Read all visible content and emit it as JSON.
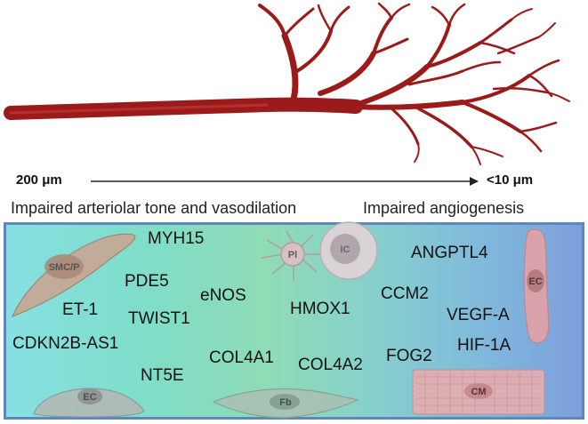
{
  "scale": {
    "left": "200 μm",
    "right": "<10 μm"
  },
  "headers": {
    "left": "Impaired arteriolar tone and vasodilation",
    "right": "Impaired angiogenesis"
  },
  "cells": {
    "smc": "SMC/P",
    "pl": "Pl",
    "ic": "IC",
    "ec_right": "EC",
    "ec_bottom": "EC",
    "fb": "Fb",
    "cm": "CM"
  },
  "genes": {
    "myh15": "MYH15",
    "pde5": "PDE5",
    "enos": "eNOS",
    "et1": "ET-1",
    "twist1": "TWIST1",
    "cdkn2b": "CDKN2B-AS1",
    "nt5e": "NT5E",
    "col4a1": "COL4A1",
    "col4a2": "COL4A2",
    "hmox1": "HMOX1",
    "angptl4": "ANGPTL4",
    "ccm2": "CCM2",
    "vegfa": "VEGF-A",
    "fog2": "FOG2",
    "hif1a": "HIF-1A"
  },
  "colors": {
    "vessel": "#9b1b1b",
    "panel_border": "#5f88b8"
  }
}
